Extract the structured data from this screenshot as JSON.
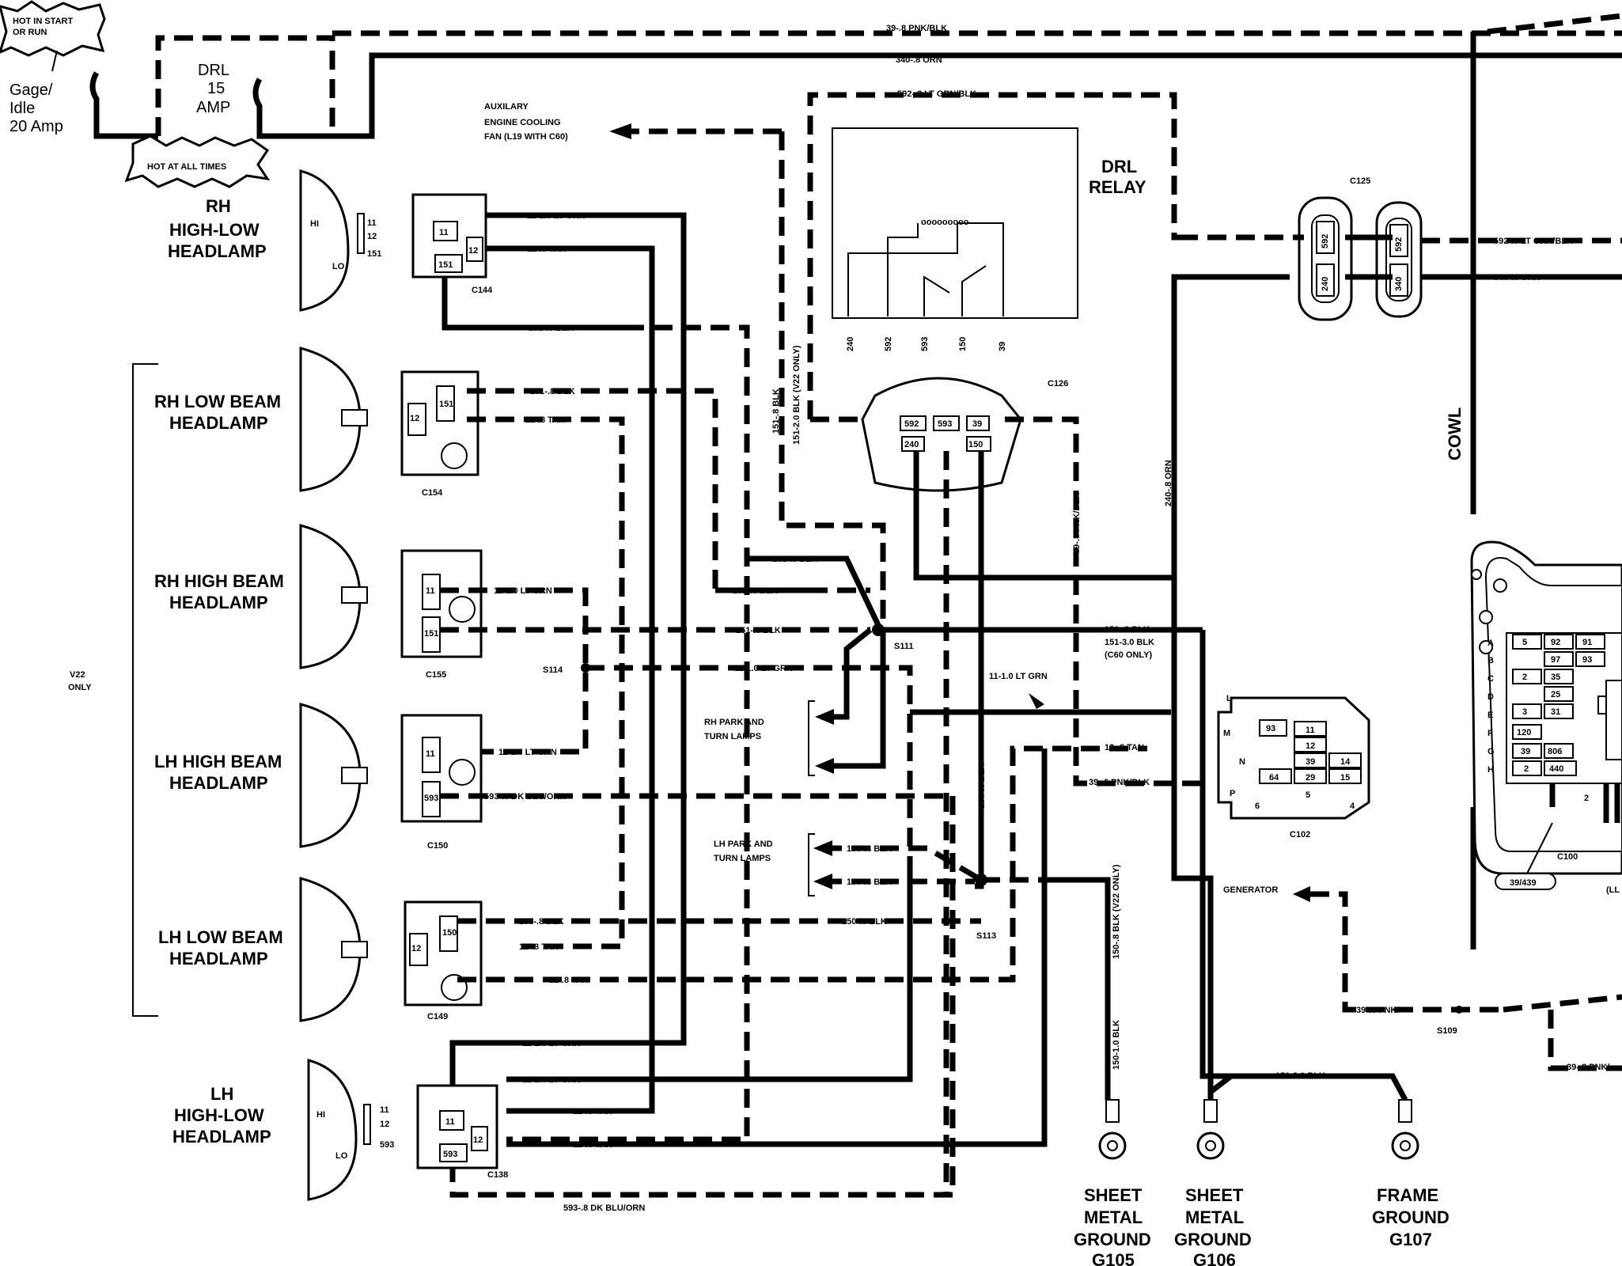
{
  "fuse_panel": {
    "burst_start_run": "HOT IN START OR RUN",
    "burst_all_times": "HOT AT ALL TIMES",
    "fuse_gage": "Gage/ Idle 20 Amp",
    "fuse_drl": "DRL 15 AMP"
  },
  "components": {
    "rh_high_low": "RH HIGH-LOW HEADLAMP",
    "rh_low_beam": "RH LOW BEAM HEADLAMP",
    "rh_high_beam": "RH HIGH BEAM HEADLAMP",
    "lh_high_beam": "LH HIGH BEAM HEADLAMP",
    "lh_low_beam": "LH LOW BEAM HEADLAMP",
    "lh_high_low": "LH HIGH-LOW HEADLAMP",
    "v22_only": "V22 ONLY",
    "drl_relay": "DRL RELAY",
    "cowl": "COWL",
    "aux_fan": "AUXILARY ENGINE COOLING FAN (L19 WITH C60)",
    "rh_park": "RH PARK AND TURN LAMPS",
    "lh_park": "LH PARK AND TURN LAMPS",
    "generator": "GENERATOR",
    "g105": "SHEET METAL GROUND G105",
    "g106": "SHEET METAL GROUND G106",
    "g107": "FRAME GROUND G107"
  },
  "connectors": {
    "c144": "C144",
    "c154": "C154",
    "c155": "C155",
    "c150": "C150",
    "c149": "C149",
    "c138": "C138",
    "c126": "C126",
    "c125": "C125",
    "c102": "C102",
    "c100": "C100",
    "s111": "S111",
    "s114": "S114",
    "s113": "S113",
    "s109": "S109",
    "c100_ref": "39/439"
  },
  "wires": {
    "w39_pnk": "39-.8 PNK/BLK",
    "w340_orn": "340-.8 ORN",
    "w592": "592-.8 LT GRN/BLK",
    "w11_1": "11-1.0 LT GRN",
    "w12_tan": "12-.8 TAN",
    "w151_blk": "151-.8 BLK",
    "w593": "593-.8 DK BLU/ORN",
    "w150_blk": "150-.8 BLK",
    "w151_2": "151-2.0 BLK (V22 ONLY)",
    "w240": "240-.8 ORN",
    "w39_pnk_v": "39-.8 PNK/BLK",
    "w150_v": "150-.8 BLK",
    "w150_v22": "150-.8 BLK (V22 ONLY)",
    "w150_1": "150-1.0 BLK",
    "w151_3": "151-3.0 BLK",
    "w151_3_c60": "151-3.0 BLK (C60 ONLY)",
    "w39_6": "39-.6 PNK/BLK",
    "w39_short": "39-.8 PNK/"
  },
  "pins": {
    "p11": "11",
    "p12": "12",
    "p151": "151",
    "p593": "593",
    "hi": "HI",
    "lo": "LO",
    "p592": "592",
    "p240": "240",
    "p39": "39",
    "p150": "150",
    "p340": "340",
    "p593r": "593"
  },
  "c102_letters": [
    "L",
    "M",
    "N",
    "P"
  ],
  "c102_cells": [
    "93",
    "11",
    "12",
    "39",
    "14",
    "64",
    "29",
    "15",
    "6",
    "5",
    "4"
  ],
  "c100_rows": [
    "A",
    "B",
    "C",
    "D",
    "E",
    "F",
    "G",
    "H"
  ],
  "c100_cells": [
    "5",
    "92",
    "91",
    "97",
    "93",
    "2",
    "35",
    "25",
    "3",
    "31",
    "120",
    "39",
    "806",
    "2",
    "440",
    "2"
  ],
  "misc": {
    "ll": "(LL"
  }
}
